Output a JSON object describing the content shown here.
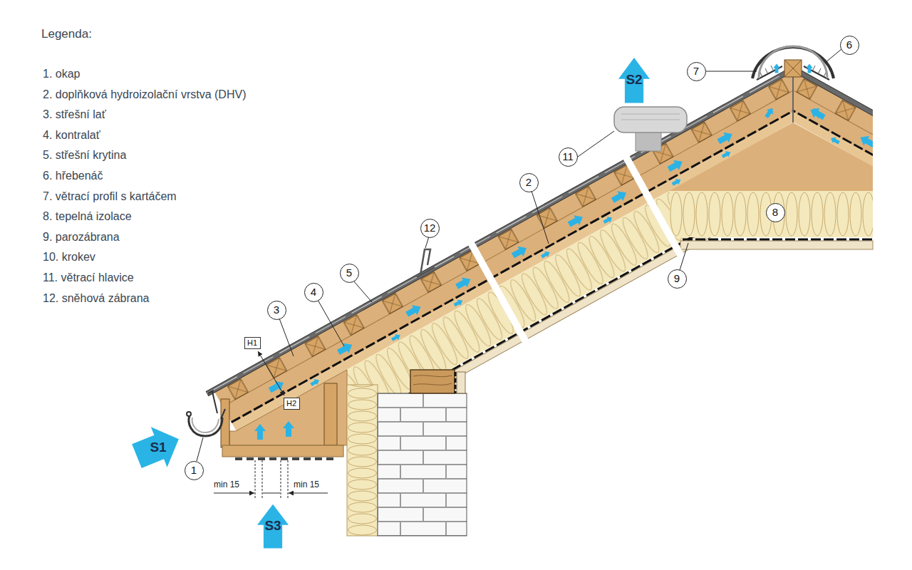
{
  "diagram": {
    "title": "Legenda:",
    "nodes": [
      {
        "text": [
          "6"
        ]
      },
      {
        "text": [
          "7"
        ]
      },
      {
        "text": [
          "S2"
        ]
      },
      {
        "text": [
          "11"
        ]
      },
      {
        "text": [
          "2"
        ]
      },
      {
        "text": [
          "8"
        ]
      },
      {
        "text": [
          "12"
        ]
      },
      {
        "text": [
          "5"
        ]
      },
      {
        "text": [
          "9"
        ]
      },
      {
        "text": [
          "4"
        ]
      },
      {
        "text": [
          "3"
        ]
      },
      {
        "text": [
          "H1"
        ]
      },
      {
        "text": [
          "H2"
        ]
      },
      {
        "text": [
          "1"
        ]
      },
      {
        "text": [
          "S1"
        ]
      },
      {
        "text": [
          "S3"
        ]
      }
    ],
    "labels": [
      "min 15",
      "min 15"
    ],
    "legend": [
      {
        "text": "1. okap"
      },
      {
        "text": "2. doplňková hydroizolační vrstva (DHV)"
      },
      {
        "text": "3. střešní lať"
      },
      {
        "text": "4. kontralať"
      },
      {
        "text": "5. střešní krytina"
      },
      {
        "text": "6. hřebenáč"
      },
      {
        "text": "7. větrací profil s kartáčem"
      },
      {
        "text": "8. tepelná izolace"
      },
      {
        "text": "9. parozábrana"
      },
      {
        "text": "10. krokev"
      },
      {
        "text": "11. větrací hlavice"
      },
      {
        "text": "12. sněhová zábrana"
      }
    ]
  }
}
